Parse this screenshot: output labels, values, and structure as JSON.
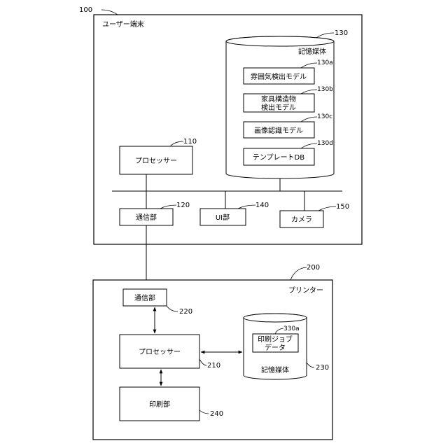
{
  "user_terminal": {
    "ref": "100",
    "title": "ユーザー端末",
    "processor": {
      "ref": "110",
      "label": "プロセッサー"
    },
    "comm": {
      "ref": "120",
      "label": "通信部"
    },
    "ui": {
      "ref": "140",
      "label": "UI部"
    },
    "camera": {
      "ref": "150",
      "label": "カメラ"
    },
    "storage": {
      "ref": "130",
      "label": "記憶媒体",
      "models": [
        {
          "ref": "130a",
          "label": "雰囲気検出モデル"
        },
        {
          "ref": "130b",
          "label_line1": "家具構造物",
          "label_line2": "検出モデル"
        },
        {
          "ref": "130c",
          "label": "画像認識モデル"
        },
        {
          "ref": "130d",
          "label": "テンプレートDB"
        }
      ]
    }
  },
  "printer": {
    "ref": "200",
    "title": "プリンター",
    "comm": {
      "ref": "220",
      "label": "通信部"
    },
    "processor": {
      "ref": "210",
      "label": "プロセッサー"
    },
    "print_unit": {
      "ref": "240",
      "label": "印刷部"
    },
    "storage": {
      "ref": "230",
      "label": "記憶媒体",
      "job": {
        "ref": "330a",
        "label_line1": "印刷ジョブ",
        "label_line2": "データ"
      }
    }
  }
}
